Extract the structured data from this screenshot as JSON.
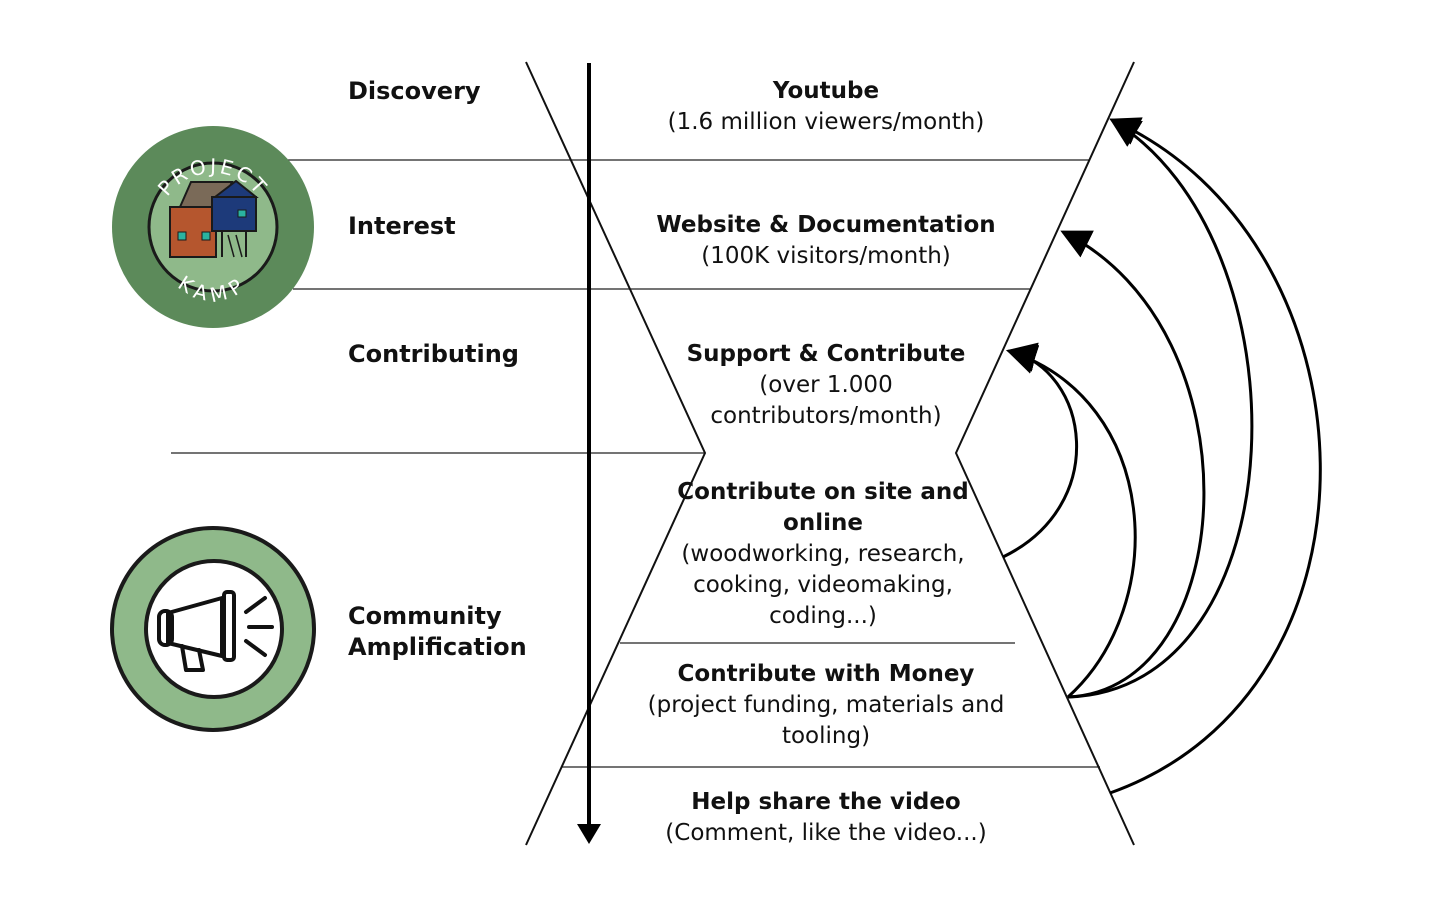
{
  "stages": [
    {
      "label": "Discovery"
    },
    {
      "label": "Interest"
    },
    {
      "label": "Contributing"
    },
    {
      "label": "Community Amplification"
    }
  ],
  "funnel": [
    {
      "title": "Youtube",
      "detail": "(1.6 million viewers/month)"
    },
    {
      "title": "Website & Documentation",
      "detail": "(100K visitors/month)"
    },
    {
      "title": "Support & Contribute",
      "detail": "(over 1.000 contributors/month)"
    },
    {
      "title": "Contribute on site and online",
      "detail": "(woodworking, research, cooking, videomaking, coding...)"
    },
    {
      "title": "Contribute with Money",
      "detail": "(project funding, materials and tooling)"
    },
    {
      "title": "Help share the video",
      "detail": "(Comment, like the video...)"
    }
  ],
  "logo": {
    "top_text": "PROJECT",
    "bottom_text": "KAMP",
    "outer_color": "#5c8a5a",
    "inner_color": "#8fb98a"
  },
  "amplify_badge": {
    "icon": "megaphone-icon",
    "outer_color": "#8fb98a"
  }
}
